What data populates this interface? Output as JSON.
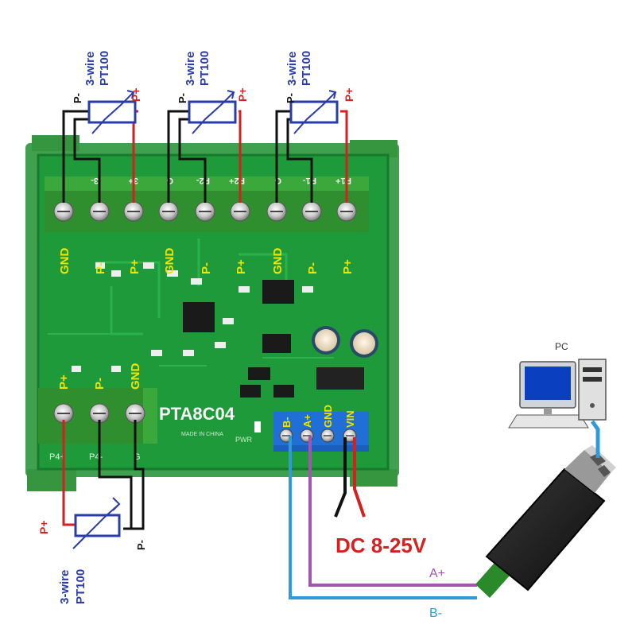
{
  "board": {
    "model": "PTA8C04",
    "made_in": "MADE IN CHINA",
    "pwr_label": "PWR",
    "top_terminal_labels": [
      "GND",
      "P-",
      "P+",
      "GND",
      "P-",
      "P+",
      "GND",
      "P-",
      "P+"
    ],
    "top_silk": [
      "3-",
      "3+",
      "G",
      "P2-",
      "P2+",
      "G",
      "P1-",
      "P1+"
    ],
    "left_terminal_labels": [
      "P+",
      "P-",
      "GND"
    ],
    "left_silk": [
      "P4+",
      "P4-",
      "G"
    ],
    "power_terminal_labels": [
      "B-",
      "A+",
      "GND",
      "VIN"
    ]
  },
  "sensors": {
    "title_line1": "3-wire",
    "title_line2": "PT100",
    "p_plus": "P+",
    "p_minus": "P-"
  },
  "power": {
    "label": "DC 8-25V"
  },
  "pc": {
    "label": "PC"
  },
  "rs485": {
    "a_label": "A+",
    "b_label": "B-"
  },
  "colors": {
    "pcb": "#1f9a3a",
    "rail": "#3aa050",
    "terminal_green": "#2f8f2f",
    "terminal_blue": "#1f6fd6",
    "wire_red": "#d62020",
    "wire_black": "#111111",
    "wire_purple": "#a056b0",
    "wire_blue": "#2f9ad8",
    "sensor_blue": "#2a3ca8"
  }
}
